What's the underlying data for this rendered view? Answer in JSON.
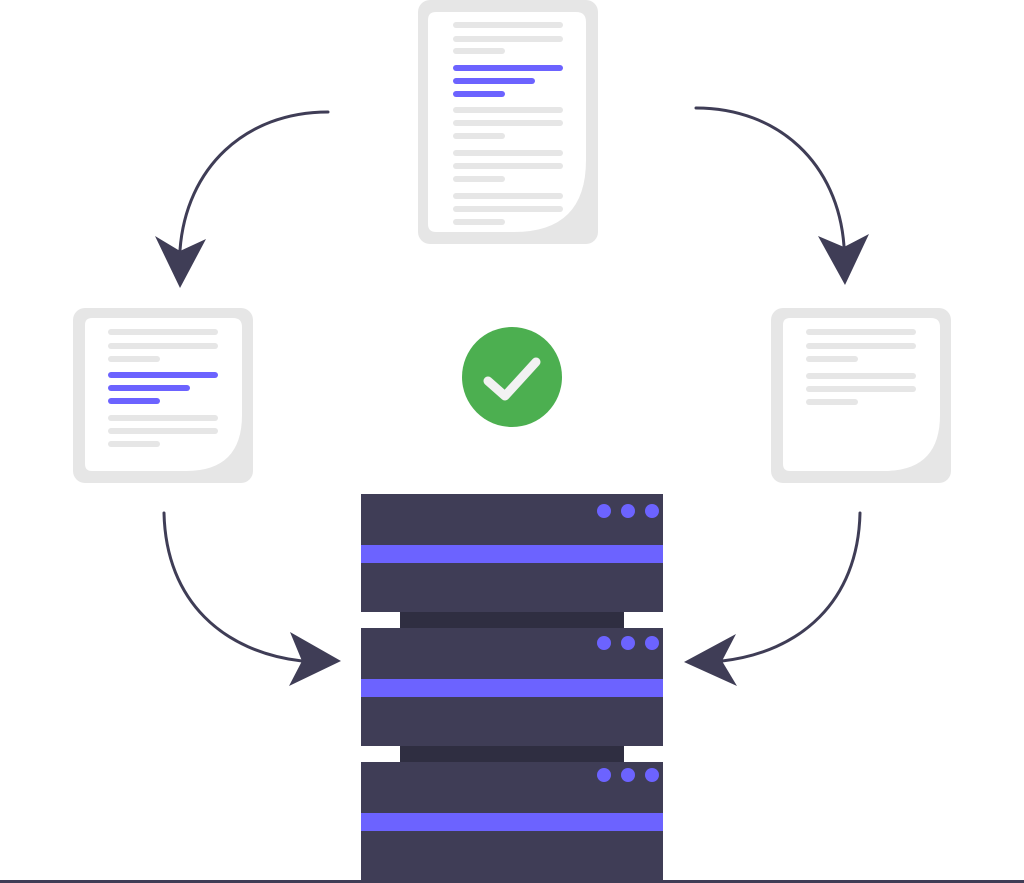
{
  "illustration": {
    "kind": "data-sync-flow",
    "elements": [
      "source-document",
      "copy-document-left",
      "copy-document-right",
      "success-checkmark",
      "server-rack"
    ],
    "server_units": 3,
    "indicator_lights_per_unit": 3,
    "icons": {
      "document": "document-icon",
      "check": "check-icon",
      "arrow": "curved-arrow-icon",
      "server": "server-icon"
    }
  },
  "colors": {
    "paper": "#e6e6e6",
    "paper_inner": "#ffffff",
    "text_line": "#e6e6e6",
    "accent": "#6c63ff",
    "arrow": "#3f3d56",
    "server_body": "#3f3d56",
    "server_spacer": "#2f2e41",
    "check_bg": "#4caf50",
    "check_mark": "#f2f2f2",
    "ground": "#3f3d56"
  }
}
